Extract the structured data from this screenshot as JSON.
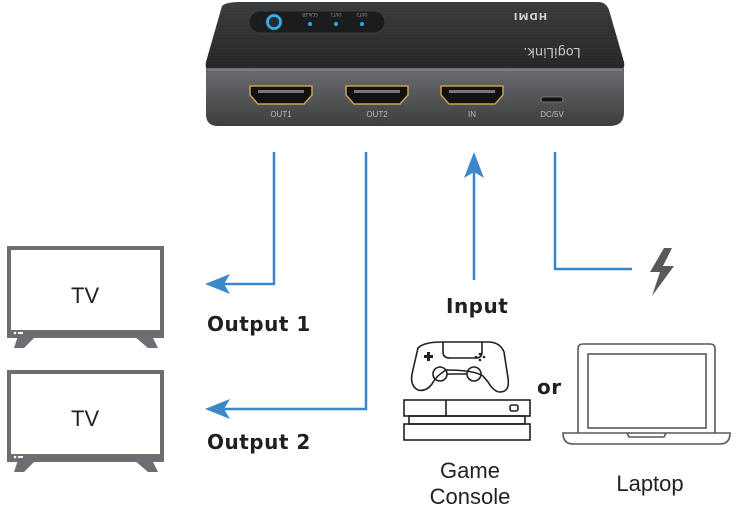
{
  "device": {
    "brand": "LogiLink.",
    "badge": "HDMI",
    "led_labels": [
      "SCALER",
      "OUT1",
      "OUT2"
    ],
    "ports": [
      {
        "label": "OUT1",
        "type": "hdmi"
      },
      {
        "label": "OUT2",
        "type": "hdmi"
      },
      {
        "label": "IN",
        "type": "hdmi"
      },
      {
        "label": "DC/5V",
        "type": "micro-usb"
      }
    ],
    "colors": {
      "body": "#2e2f31",
      "front": "#58595b",
      "led": "#29a9ff",
      "gold": "#c9a54a"
    }
  },
  "diagram": {
    "arrow_color": "#3b87c9",
    "icon_color": "#595959",
    "outline_color": "#6d6e71"
  },
  "labels": {
    "output1": "Output 1",
    "output2": "Output 2",
    "input": "Input",
    "or": "or",
    "game_console_line1": "Game",
    "game_console_line2": "Console",
    "laptop": "Laptop"
  },
  "tvs": [
    {
      "label": "TV"
    },
    {
      "label": "TV"
    }
  ],
  "icons": {
    "power": "lightning-bolt-icon"
  }
}
